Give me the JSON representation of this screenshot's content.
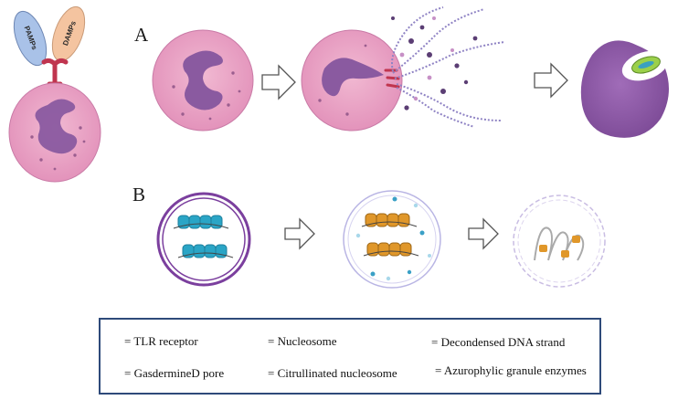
{
  "receptor_labels": {
    "pamps": "PAMPs",
    "damps": "DAMPs"
  },
  "panels": {
    "a": "A",
    "b": "B"
  },
  "legend": {
    "tlr": "= TLR receptor",
    "gasdermin": "= GasdermineD pore",
    "nucleosome": "= Nucleosome",
    "citrullinated": "= Citrullinated nucleosome",
    "dna": "= Decondensed DNA strand",
    "granule": "= Azurophylic granule enzymes"
  },
  "colors": {
    "cell_pink": "#e9a7c6",
    "nucleus_purple": "#8a5aa0",
    "receptor_red": "#c0354f",
    "pamps_blue": "#a9c2e8",
    "damps_orange": "#f4c4a0",
    "nucleosome_blue": "#2aa5c6",
    "citrullinated_orange": "#e0972a",
    "membrane_purple": "#7b3f9e",
    "legend_border": "#2e4a7a"
  }
}
